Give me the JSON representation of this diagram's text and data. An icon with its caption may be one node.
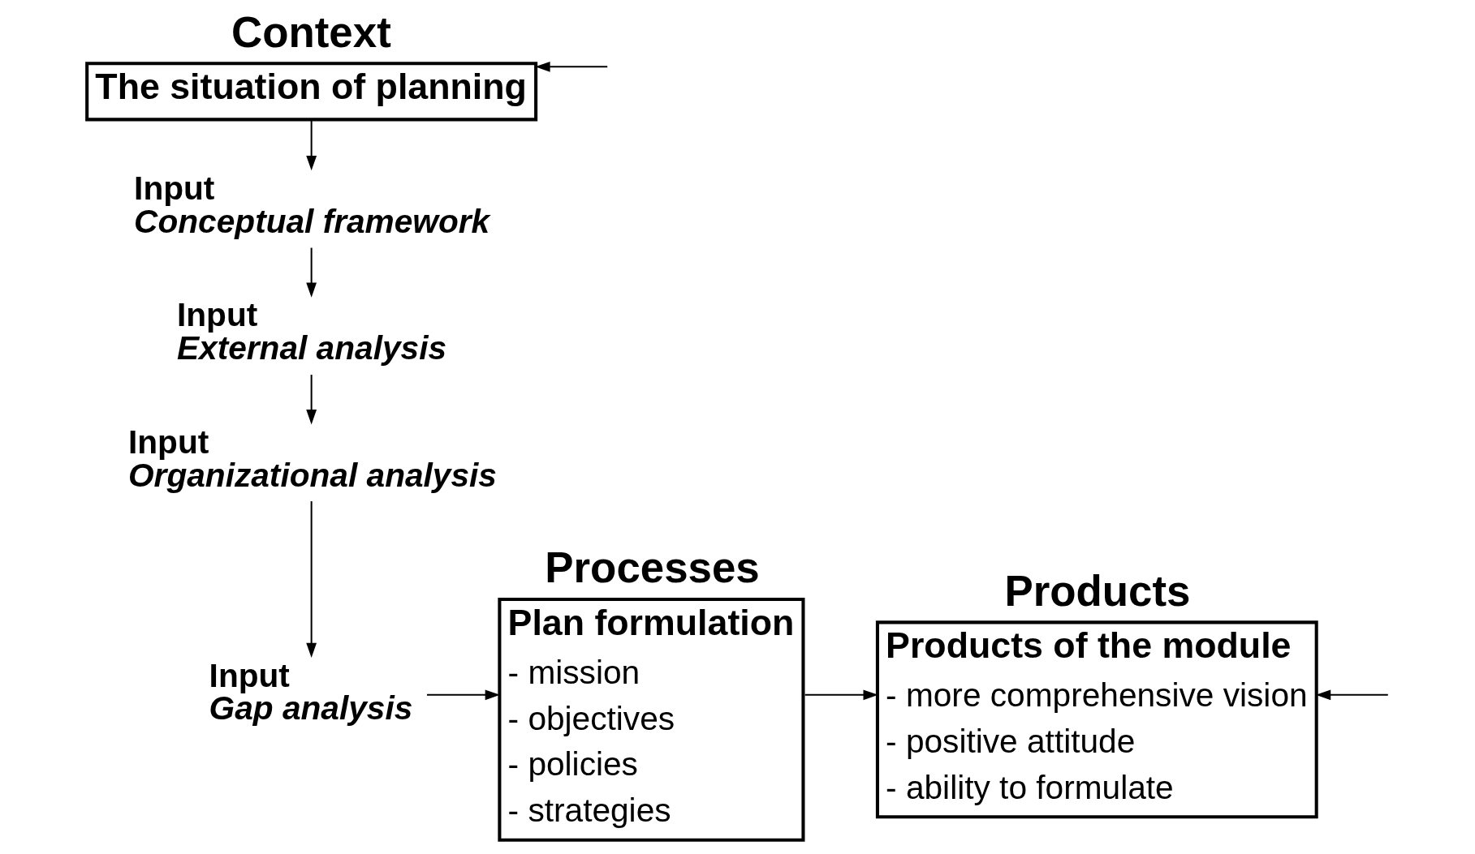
{
  "diagram": {
    "nodes": [
      {
        "text": [
          "Context",
          "The situation of planning"
        ]
      },
      {
        "text": [
          "Input",
          "Conceptual framework"
        ]
      },
      {
        "text": [
          "Input",
          "External analysis"
        ]
      },
      {
        "text": [
          "Input",
          "Organizational analysis"
        ]
      },
      {
        "text": [
          "Input",
          "Gap analysis"
        ]
      },
      {
        "text": [
          "Processes",
          "Plan formulation",
          "- mission",
          "- objectives",
          "- policies",
          "- strategies"
        ]
      },
      {
        "text": [
          "Products",
          "Products of the module",
          "- more comprehensive vision",
          "- positive attitude",
          "- ability to formulate"
        ]
      }
    ],
    "edges": [
      {
        "from": null,
        "to": 0,
        "arrow": "to"
      },
      {
        "from": 0,
        "to": 1,
        "arrow": "to"
      },
      {
        "from": 1,
        "to": 2,
        "arrow": "to"
      },
      {
        "from": 2,
        "to": 3,
        "arrow": "to"
      },
      {
        "from": 3,
        "to": 4,
        "arrow": "to"
      },
      {
        "from": 4,
        "to": 5,
        "arrow": "to"
      },
      {
        "from": 5,
        "to": 6,
        "arrow": "to"
      },
      {
        "from": null,
        "to": 6,
        "arrow": "to"
      }
    ]
  }
}
